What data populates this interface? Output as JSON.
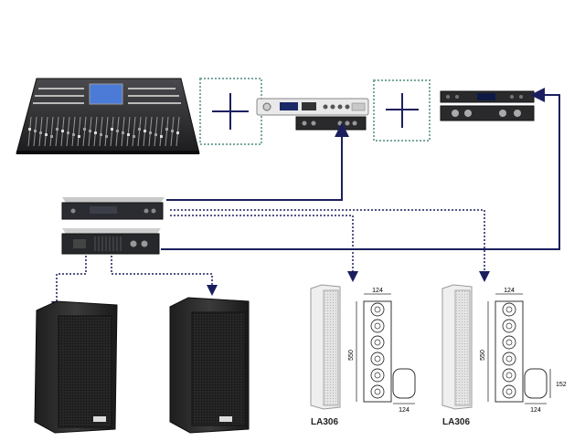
{
  "colors": {
    "signal_line": "#1b1f5e",
    "dotted_line": "#1b1f5e",
    "junction_box": "#7aa7a0",
    "device_dark": "#2a2a2c",
    "device_light": "#e8e8e8",
    "speaker_dark": "#2b2b2b",
    "column_speaker": "#dcdcdc"
  },
  "column_speakers": [
    {
      "model_label": "LA306",
      "dim_width": "124",
      "dim_height": "550",
      "dim_bottom_width": "124",
      "dim_bottom_height": ""
    },
    {
      "model_label": "LA306",
      "dim_width": "124",
      "dim_height": "550",
      "dim_bottom_width": "124",
      "dim_bottom_height": "152"
    }
  ],
  "icons": {
    "junction_1": "plus-junction-icon",
    "junction_2": "plus-junction-icon"
  }
}
